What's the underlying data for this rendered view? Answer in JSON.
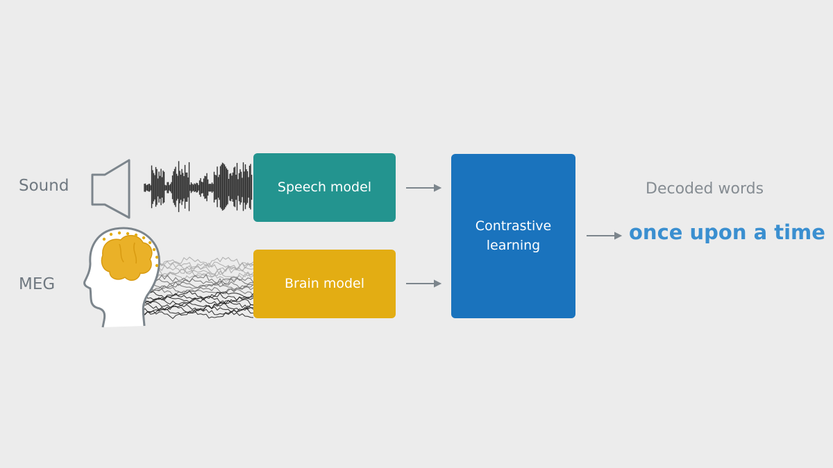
{
  "inputs": {
    "sound_label": "Sound",
    "meg_label": "MEG"
  },
  "models": {
    "speech_model": "Speech model",
    "brain_model": "Brain model",
    "contrastive": "Contrastive\nlearning"
  },
  "output": {
    "label": "Decoded words",
    "words": "once upon a time"
  },
  "icons": {
    "sound": "speaker-icon",
    "meg": "head-brain-icon"
  },
  "colors": {
    "speech_model": "#23948f",
    "brain_model": "#e3ad13",
    "contrastive": "#1a73bd",
    "decoded_words": "#3a8fd0",
    "brain": "#eab128"
  }
}
